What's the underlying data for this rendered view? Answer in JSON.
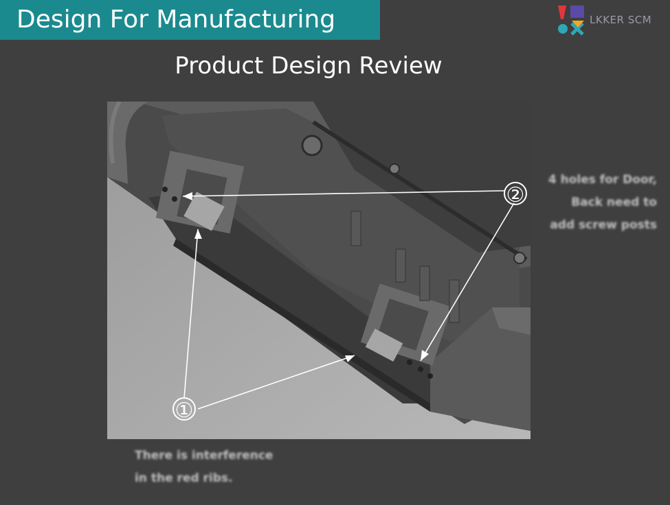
{
  "header": {
    "title": "Design For Manufacturing"
  },
  "logo": {
    "text": "LKKER SCM",
    "colors": {
      "red": "#e0373e",
      "purple": "#5b4aa8",
      "orange": "#f5a623",
      "teal": "#2fa7b6"
    }
  },
  "page": {
    "title": "Product Design Review"
  },
  "figure": {
    "callout_1": "①",
    "callout_2": "②"
  },
  "notes": {
    "right": [
      "4 holes for Door,",
      "Back need to",
      "add screw posts"
    ],
    "bottom": [
      "There is interference",
      "in the red ribs."
    ]
  }
}
